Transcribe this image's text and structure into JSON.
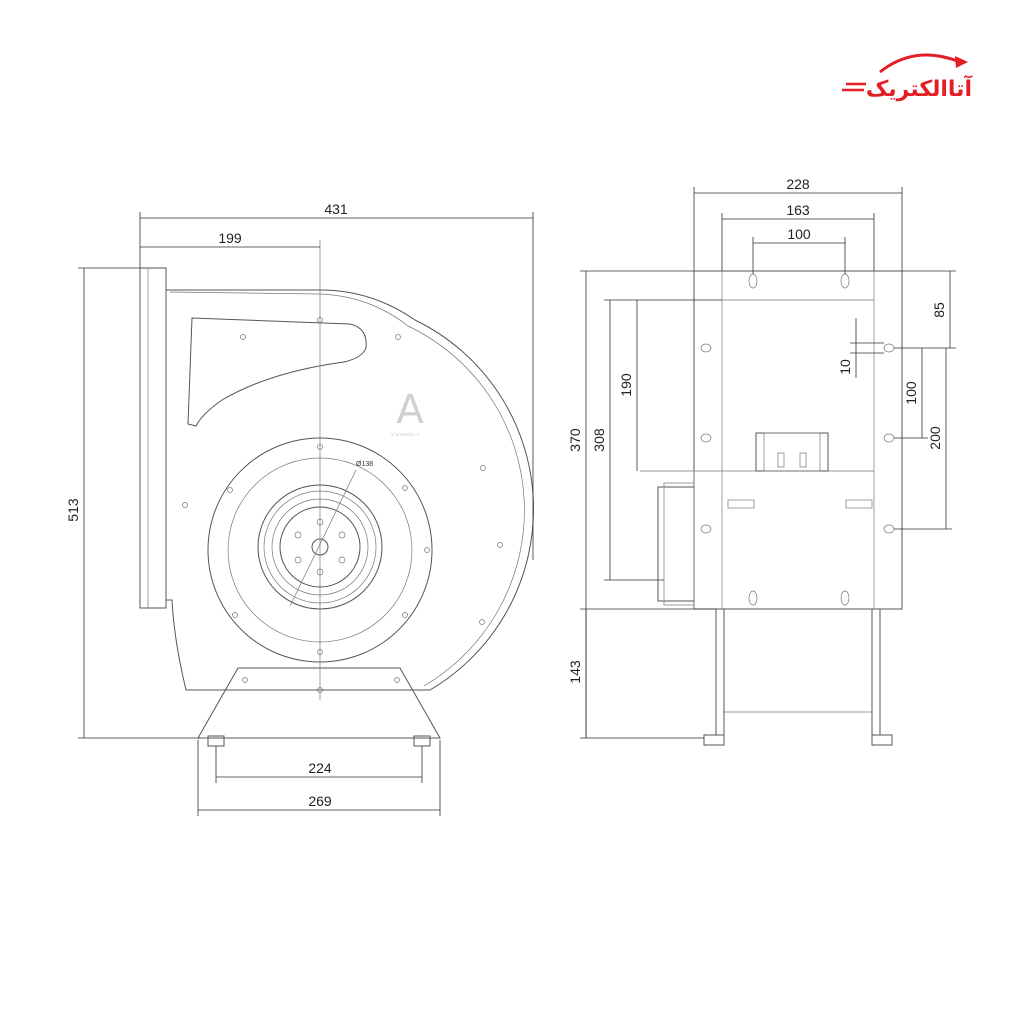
{
  "brand": {
    "logo_text": "آتاالکتریک",
    "color": "#e31e24"
  },
  "watermark": {
    "letter": "A",
    "caption": "arianelectric.ir"
  },
  "front_view": {
    "overall_width": "431",
    "inlet_offset": "199",
    "overall_height": "513",
    "base_inner_width": "224",
    "base_outer_width": "269",
    "motor_diameter": "Ø138"
  },
  "side_view": {
    "overall_width": "228",
    "flange_width": "163",
    "hole_spacing": "100",
    "total_height": "370",
    "outlet_height": "308",
    "opening_height": "190",
    "base_height": "143",
    "top_offset": "85",
    "slot_size": "10",
    "hole_pitch_vertical": "100",
    "mount_span": "200"
  },
  "colors": {
    "line": "#555555",
    "dimension": "#333333"
  }
}
